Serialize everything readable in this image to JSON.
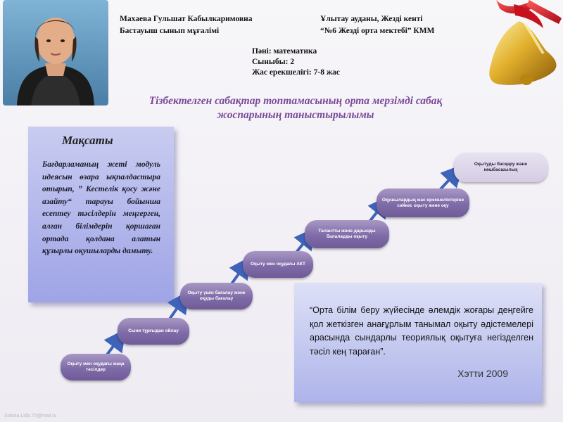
{
  "author": {
    "name": "Махаева Гульшат Кабылкаримовна",
    "position": "Бастауыш сынып мұғалімі"
  },
  "school": {
    "district": "Ұлытау ауданы, Жезді кенті",
    "name": "“№6 Жезді орта мектебі” КММ"
  },
  "lesson": {
    "subject": "Пәні: математика",
    "grade": "Сыныбы: 2",
    "age": "Жас   ерекшелігі: 7-8 жас"
  },
  "title": {
    "line1": "Тізбектелген сабақтар топтамасының орта мерзімді сабақ",
    "line2": "жоспарының     таныстырылымы"
  },
  "goal": {
    "heading": "Мақсаты",
    "text": "Бағдарламаның жеті модуль идеясын өзара ықпалдастыра отырып, ” Кестелік қосу және азайту“ тарауы бойынша есептеу тәсілдерін меңгерген, алған білімдерін қоршаған ортада қолдана алатын құзырлы оқушыларды дамыту."
  },
  "steps": [
    {
      "label": "Оқыту мен оқудағы жаңа тәсілдер"
    },
    {
      "label": "Сыни тұрғыдан ойлау"
    },
    {
      "label": "Оқыту үшін бағалау және оқуды бағалау"
    },
    {
      "label": "Оқыту мен оқудағы АКТ"
    },
    {
      "label": "Талантты және дарынды балаларды оқыту"
    },
    {
      "label": "Оқушылардың жас ерекшеліктеріне сәйкес оқыту және оқу"
    },
    {
      "label": "Оқытуды басқару және көшбасшылық"
    }
  ],
  "quote": {
    "text": "“Орта білім беру жүйесінде әлемдік жоғары деңгейге қол жеткізген анағұрлым танымал оқыту әдістемелері арасында сындарлы теориялық оқытуға негізделген тәсіл кең тараған”.",
    "author": "Хэтти 2009"
  },
  "watermark": "Sokina.Lida.75@mail.ru",
  "colors": {
    "title": "#7a4a9a",
    "step": "#7f6ba8",
    "arrow": "#3f63b8",
    "box": "#9ea4e6"
  }
}
